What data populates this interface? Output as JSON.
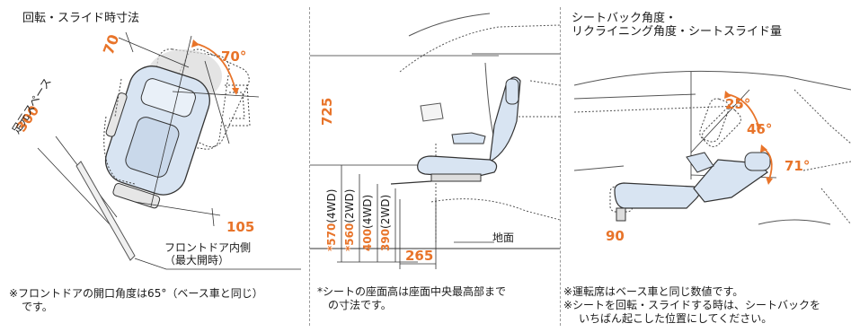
{
  "colors": {
    "accent": "#e8742a",
    "seat_fill": "#d8e4f2",
    "line": "#333333"
  },
  "panel1": {
    "title": "回転・スライド時寸法",
    "dims": {
      "d70": "70",
      "angle70": "70°",
      "d300": "300",
      "d105": "105"
    },
    "label_foot_space": "足元スペース",
    "label_front_door": "フロントドア内側",
    "label_max_open": "（最大開時）",
    "note_line1": "※フロントドアの開口角度は65°（ベース車と同じ）",
    "note_line2": "です。"
  },
  "panel2": {
    "dims": {
      "d725": "725",
      "d570": "*570",
      "w570": "(4WD)",
      "d560": "*560",
      "w560": "(2WD)",
      "d400": "400",
      "w400": "(4WD)",
      "d390": "390",
      "w390": "(2WD)",
      "d265": "265"
    },
    "label_ground": "地面",
    "note_line1": "*シートの座面高は座面中央最高部まで",
    "note_line2": "の寸法です。"
  },
  "panel3": {
    "title_line1": "シートバック角度・",
    "title_line2": "リクライニング角度・シートスライド量",
    "dims": {
      "a25": "25°",
      "a46": "46°",
      "a71": "71°",
      "d90": "90"
    },
    "note_line1": "※運転席はベース車と同じ数値です。",
    "note_line2": "※シートを回転・スライドする時は、シートバックを",
    "note_line3": "いちばん起こした位置にしてください。"
  }
}
